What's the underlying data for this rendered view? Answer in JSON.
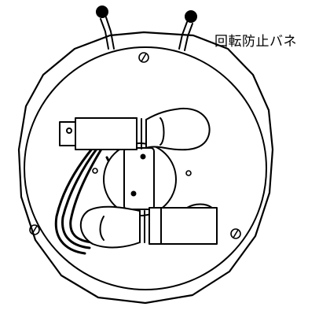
{
  "diagram": {
    "callout_label": "回転防止バネ",
    "line_color": "#000000",
    "fill_color": "#ffffff",
    "parts": [
      "rotation-prevention-spring",
      "outer-ring",
      "socket",
      "bulb",
      "mounting-plate",
      "wire-harness",
      "screw"
    ]
  }
}
